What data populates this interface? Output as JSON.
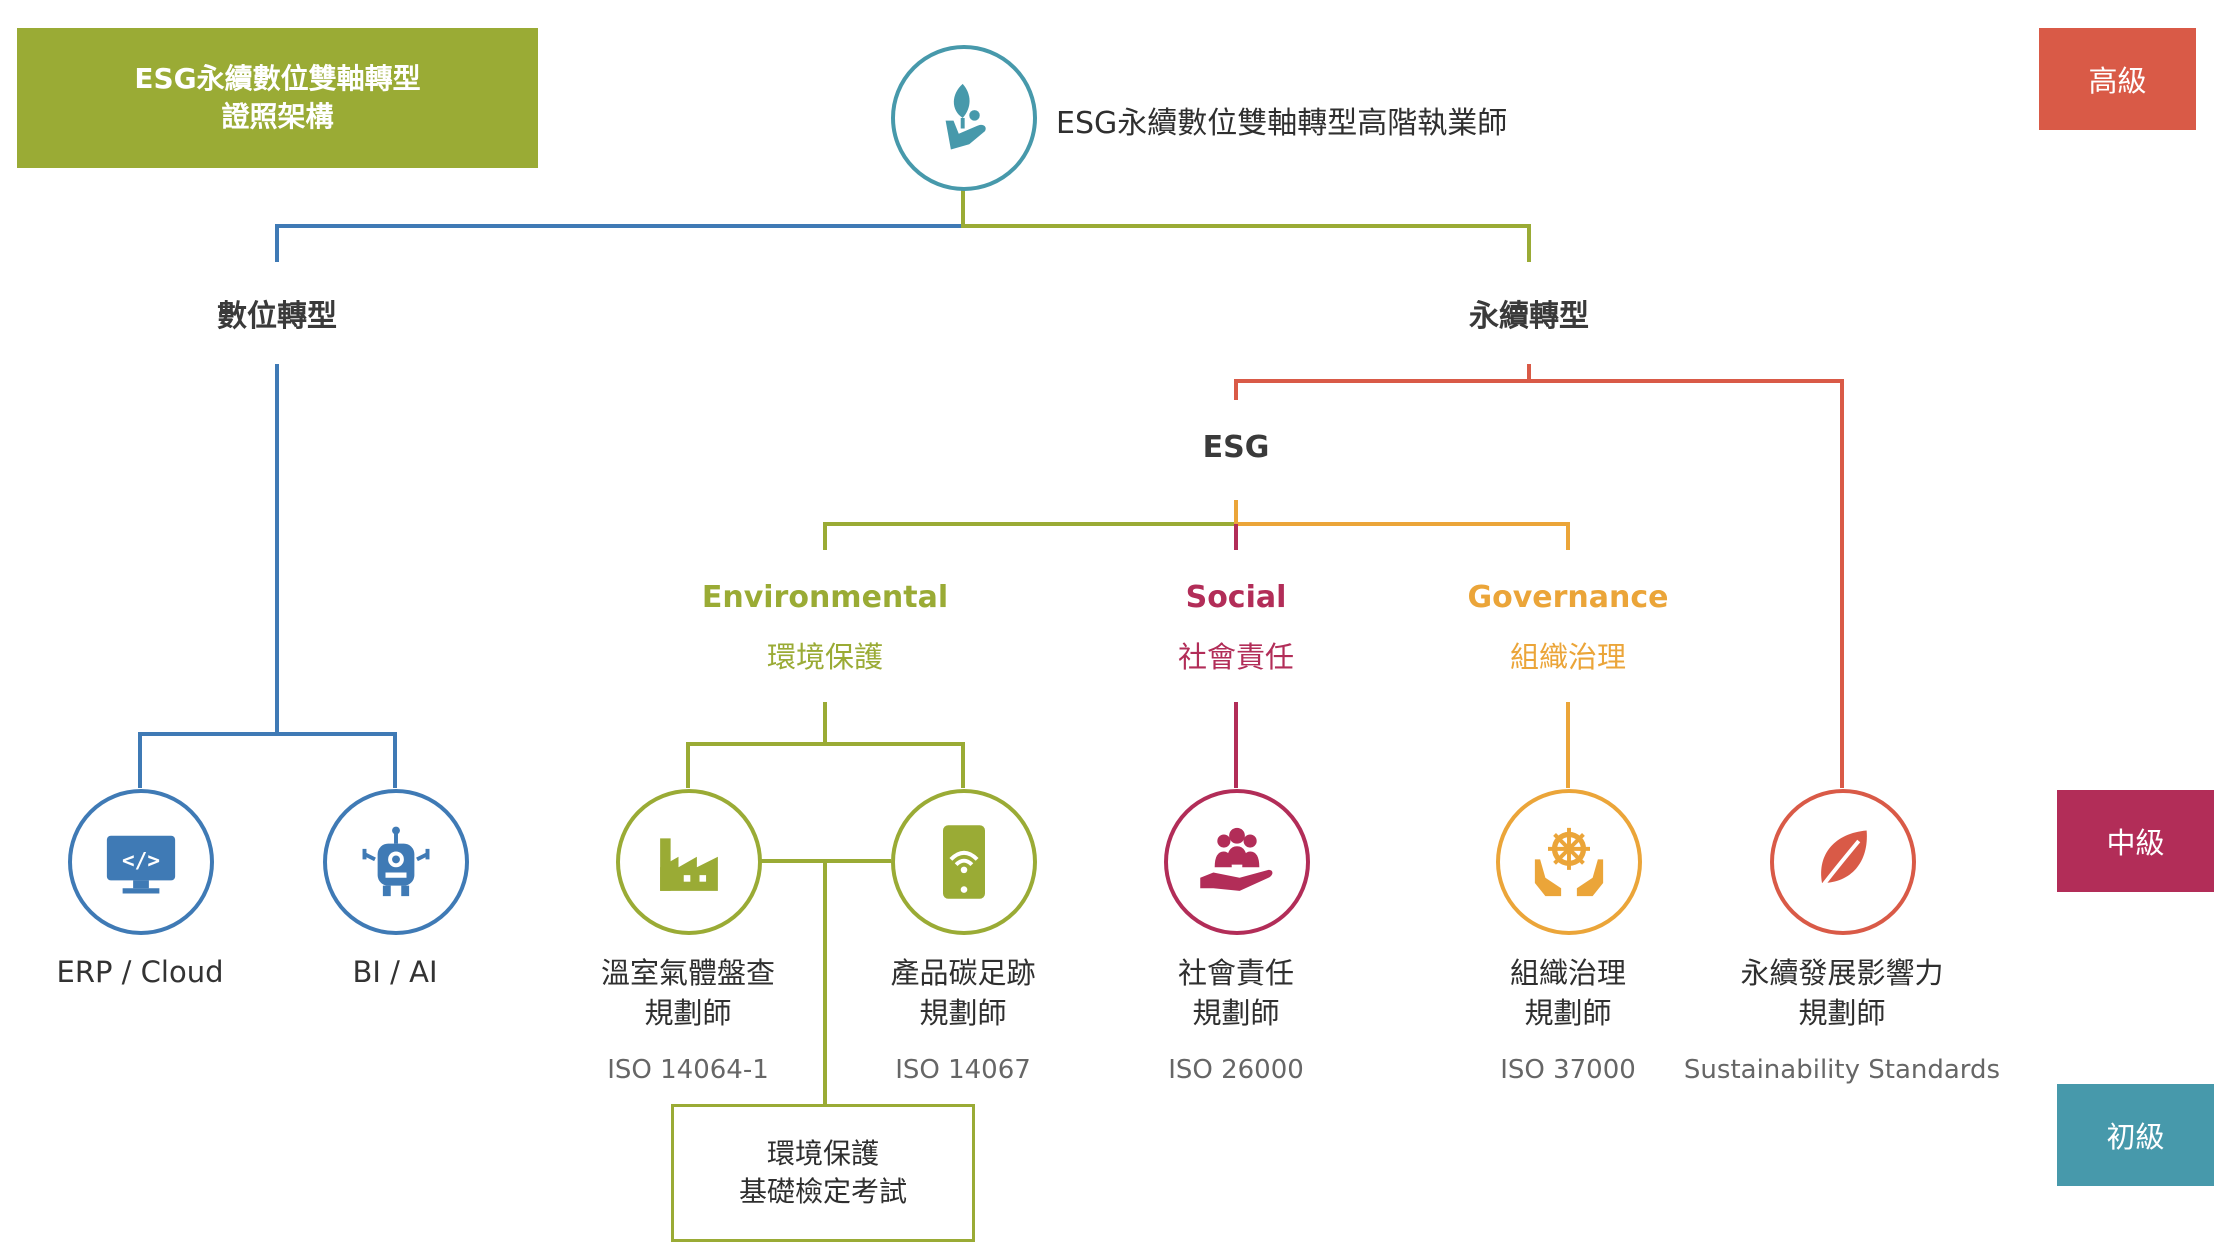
{
  "colors": {
    "olive": "#9aab35",
    "blue": "#3f7ab5",
    "red": "#d95a47",
    "crimson": "#b22d58",
    "orange": "#eba539",
    "teal": "#4799ab",
    "text": "#333333",
    "gray": "#666666"
  },
  "header": {
    "title_line1": "ESG永續數位雙軸轉型",
    "title_line2": "證照架構"
  },
  "levels": {
    "advanced": "高級",
    "intermediate": "中級",
    "beginner": "初級"
  },
  "top": {
    "icon": "leaf-hand-icon",
    "label": "ESG永續數位雙軸轉型高階執業師"
  },
  "branches": {
    "digital": "數位轉型",
    "sustainable": "永續轉型",
    "esg": "ESG"
  },
  "pillars": {
    "environmental": {
      "en": "Environmental",
      "zh": "環境保護"
    },
    "social": {
      "en": "Social",
      "zh": "社會責任"
    },
    "governance": {
      "en": "Governance",
      "zh": "組織治理"
    }
  },
  "certs": {
    "erp": {
      "label": "ERP / Cloud",
      "icon": "code-monitor-icon"
    },
    "bi": {
      "label": "BI / AI",
      "icon": "robot-icon"
    },
    "ghg": {
      "line1": "溫室氣體盤查",
      "line2": "規劃師",
      "iso": "ISO 14064-1",
      "icon": "factory-icon"
    },
    "cfp": {
      "line1": "產品碳足跡",
      "line2": "規劃師",
      "iso": "ISO 14067",
      "icon": "smartphone-icon"
    },
    "social": {
      "line1": "社會責任",
      "line2": "規劃師",
      "iso": "ISO 26000",
      "icon": "people-hand-icon"
    },
    "gov": {
      "line1": "組織治理",
      "line2": "規劃師",
      "iso": "ISO 37000",
      "icon": "helm-hands-icon"
    },
    "impact": {
      "line1": "永續發展影響力",
      "line2": "規劃師",
      "iso": "Sustainability Standards",
      "icon": "leaf-icon"
    }
  },
  "basic_exam": {
    "line1": "環境保護",
    "line2": "基礎檢定考試"
  }
}
